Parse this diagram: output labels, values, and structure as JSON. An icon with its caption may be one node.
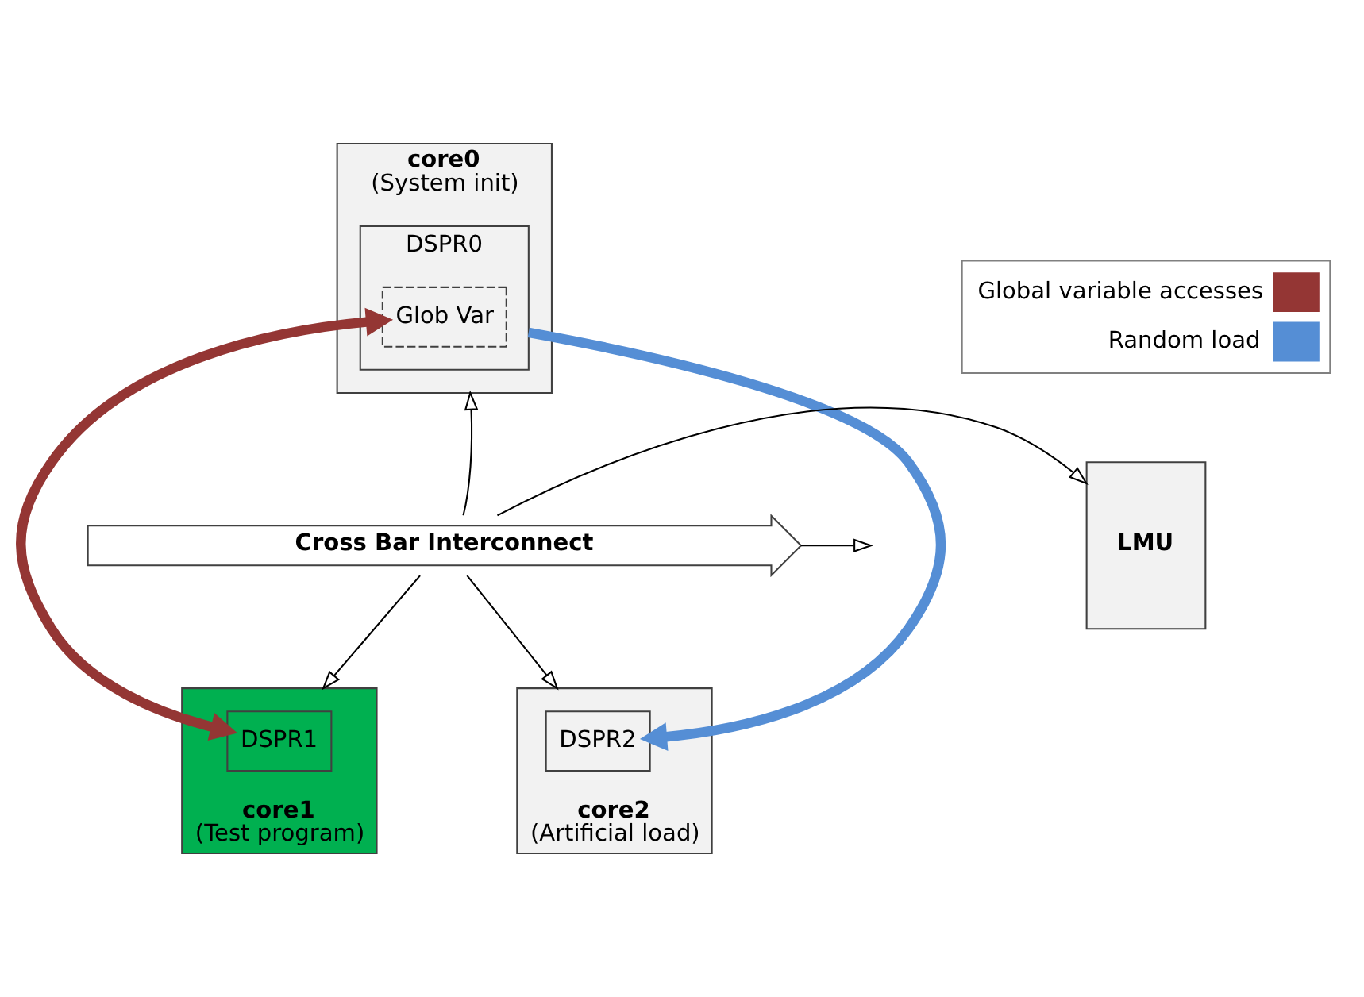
{
  "diagram": {
    "nodes": [
      {
        "text": [
          "core0",
          "(System init)"
        ]
      },
      {
        "text": [
          "DSPR0"
        ],
        "in": 0
      },
      {
        "text": [
          "Glob Var"
        ],
        "in": 1
      },
      {
        "text": [
          "Cross Bar Interconnect"
        ]
      },
      {
        "text": [
          "LMU"
        ]
      },
      {
        "text": [
          "core1",
          "(Test program)"
        ]
      },
      {
        "text": [
          "DSPR1"
        ],
        "in": 5
      },
      {
        "text": [
          "core2",
          "(Artificial load)"
        ]
      },
      {
        "text": [
          "DSPR2"
        ],
        "in": 7
      }
    ],
    "edges": [
      {
        "from": 3,
        "to": 0,
        "arrow": "to"
      },
      {
        "from": 3,
        "to": 5,
        "arrow": "to"
      },
      {
        "from": 3,
        "to": null,
        "arrow": "to"
      },
      {
        "from": 3,
        "to": 4,
        "arrow": "to"
      },
      {
        "from": 3,
        "to": 7,
        "arrow": "to"
      },
      {
        "from": 2,
        "to": 6,
        "arrow": "both",
        "style": "thick",
        "color": "#943634"
      },
      {
        "from": 1,
        "to": 8,
        "arrow": "to",
        "style": "thick",
        "color": "#558ed5"
      }
    ],
    "legend": [
      {
        "text": "Global variable accesses",
        "color": "#943634"
      },
      {
        "text": "Random load",
        "color": "#558ed5"
      }
    ]
  }
}
